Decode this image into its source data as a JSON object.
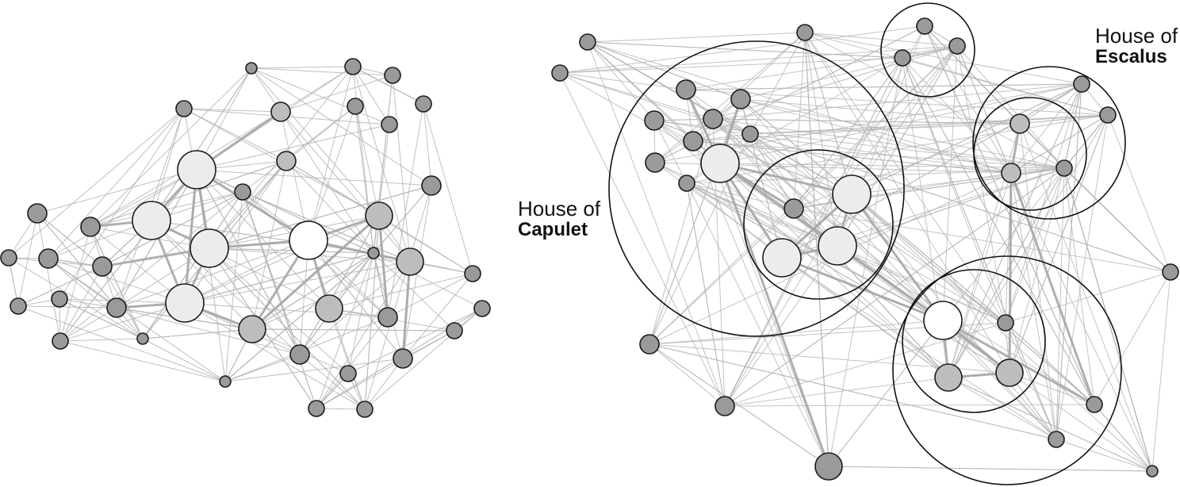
{
  "labels": {
    "capulet": {
      "line1": "House of",
      "line2": "Capulet"
    },
    "escalus": {
      "line1": "House of",
      "line2": "Escalus"
    }
  },
  "colors": {
    "edge": "#b4b4b4",
    "edge_strong": "#a6a6a6",
    "node_dark": "#9a9a9a",
    "node_mid": "#bdbdbd",
    "node_light": "#ececec",
    "node_white": "#ffffff",
    "stroke": "#1a1a1a",
    "cluster_ring": "#111111"
  },
  "left_network": {
    "nodes": [
      {
        "id": "L0",
        "tone": "white",
        "size": "xl"
      },
      {
        "id": "L1",
        "tone": "light",
        "size": "xl"
      },
      {
        "id": "L2",
        "tone": "light",
        "size": "xl"
      },
      {
        "id": "L3",
        "tone": "light",
        "size": "xl"
      },
      {
        "id": "L4",
        "tone": "light",
        "size": "xl"
      },
      {
        "id": "L5",
        "tone": "mid",
        "size": "l"
      },
      {
        "id": "L6",
        "tone": "mid",
        "size": "l"
      },
      {
        "id": "L7",
        "tone": "mid",
        "size": "l"
      },
      {
        "id": "L8",
        "tone": "mid",
        "size": "l"
      },
      {
        "id": "L9",
        "tone": "mid",
        "size": "m"
      },
      {
        "id": "L10",
        "tone": "mid",
        "size": "m"
      },
      {
        "id": "L11",
        "tone": "dark",
        "size": "m"
      },
      {
        "id": "L12",
        "tone": "dark",
        "size": "m"
      },
      {
        "id": "L13",
        "tone": "dark",
        "size": "m"
      },
      {
        "id": "L14",
        "tone": "dark",
        "size": "m"
      },
      {
        "id": "L15",
        "tone": "dark",
        "size": "m"
      },
      {
        "id": "L16",
        "tone": "dark",
        "size": "m"
      },
      {
        "id": "L17",
        "tone": "dark",
        "size": "m"
      },
      {
        "id": "L18",
        "tone": "dark",
        "size": "m"
      },
      {
        "id": "L19",
        "tone": "dark",
        "size": "m"
      },
      {
        "id": "L20",
        "tone": "dark",
        "size": "s"
      },
      {
        "id": "L21",
        "tone": "dark",
        "size": "s"
      },
      {
        "id": "L22",
        "tone": "dark",
        "size": "s"
      },
      {
        "id": "L23",
        "tone": "dark",
        "size": "s"
      },
      {
        "id": "L24",
        "tone": "dark",
        "size": "s"
      },
      {
        "id": "L25",
        "tone": "dark",
        "size": "s"
      },
      {
        "id": "L26",
        "tone": "dark",
        "size": "s"
      },
      {
        "id": "L27",
        "tone": "dark",
        "size": "s"
      },
      {
        "id": "L28",
        "tone": "dark",
        "size": "s"
      },
      {
        "id": "L29",
        "tone": "dark",
        "size": "s"
      },
      {
        "id": "L30",
        "tone": "dark",
        "size": "s"
      },
      {
        "id": "L31",
        "tone": "dark",
        "size": "s"
      },
      {
        "id": "L32",
        "tone": "dark",
        "size": "s"
      },
      {
        "id": "L33",
        "tone": "dark",
        "size": "s"
      },
      {
        "id": "L34",
        "tone": "dark",
        "size": "s"
      },
      {
        "id": "L35",
        "tone": "dark",
        "size": "s"
      },
      {
        "id": "L36",
        "tone": "dark",
        "size": "s"
      },
      {
        "id": "L37",
        "tone": "dark",
        "size": "xs"
      },
      {
        "id": "L38",
        "tone": "dark",
        "size": "xs"
      },
      {
        "id": "L39",
        "tone": "dark",
        "size": "xs"
      },
      {
        "id": "L40",
        "tone": "dark",
        "size": "xs"
      },
      {
        "id": "L41",
        "tone": "dark",
        "size": "xs"
      },
      {
        "id": "L42",
        "tone": "dark",
        "size": "xs"
      }
    ],
    "strong_edges": [
      [
        "L1",
        "L2"
      ],
      [
        "L1",
        "L3"
      ],
      [
        "L1",
        "L4"
      ],
      [
        "L2",
        "L3"
      ],
      [
        "L2",
        "L4"
      ],
      [
        "L3",
        "L4"
      ],
      [
        "L0",
        "L3"
      ],
      [
        "L0",
        "L5"
      ],
      [
        "L0",
        "L6"
      ],
      [
        "L0",
        "L7"
      ],
      [
        "L0",
        "L8"
      ],
      [
        "L0",
        "L1"
      ],
      [
        "L1",
        "L9"
      ],
      [
        "L4",
        "L5"
      ],
      [
        "L5",
        "L7"
      ],
      [
        "L7",
        "L12"
      ],
      [
        "L8",
        "L13"
      ],
      [
        "L2",
        "L14"
      ],
      [
        "L3",
        "L15"
      ],
      [
        "L4",
        "L16"
      ]
    ]
  },
  "right_network": {
    "nodes": [
      {
        "id": "R0",
        "tone": "white",
        "size": "xl"
      },
      {
        "id": "R1",
        "tone": "light",
        "size": "xl"
      },
      {
        "id": "R2",
        "tone": "light",
        "size": "xl"
      },
      {
        "id": "R3",
        "tone": "light",
        "size": "xl"
      },
      {
        "id": "R4",
        "tone": "light",
        "size": "xl"
      },
      {
        "id": "R5",
        "tone": "mid",
        "size": "l"
      },
      {
        "id": "R6",
        "tone": "mid",
        "size": "l"
      },
      {
        "id": "R7",
        "tone": "mid",
        "size": "l"
      },
      {
        "id": "R8",
        "tone": "mid",
        "size": "m"
      },
      {
        "id": "R9",
        "tone": "mid",
        "size": "m"
      },
      {
        "id": "R10",
        "tone": "dark",
        "size": "l"
      },
      {
        "id": "R11",
        "tone": "dark",
        "size": "m"
      },
      {
        "id": "R12",
        "tone": "dark",
        "size": "m"
      },
      {
        "id": "R13",
        "tone": "dark",
        "size": "m"
      },
      {
        "id": "R14",
        "tone": "dark",
        "size": "m"
      },
      {
        "id": "R15",
        "tone": "dark",
        "size": "m"
      },
      {
        "id": "R16",
        "tone": "dark",
        "size": "m"
      },
      {
        "id": "R17",
        "tone": "dark",
        "size": "m"
      },
      {
        "id": "R18",
        "tone": "dark",
        "size": "m"
      },
      {
        "id": "R19",
        "tone": "dark",
        "size": "m"
      },
      {
        "id": "R20",
        "tone": "dark",
        "size": "m"
      },
      {
        "id": "R21",
        "tone": "dark",
        "size": "s"
      },
      {
        "id": "R22",
        "tone": "dark",
        "size": "s"
      },
      {
        "id": "R23",
        "tone": "dark",
        "size": "s"
      },
      {
        "id": "R24",
        "tone": "dark",
        "size": "s"
      },
      {
        "id": "R25",
        "tone": "dark",
        "size": "s"
      },
      {
        "id": "R26",
        "tone": "dark",
        "size": "s"
      },
      {
        "id": "R27",
        "tone": "dark",
        "size": "s"
      },
      {
        "id": "R28",
        "tone": "dark",
        "size": "s"
      },
      {
        "id": "R29",
        "tone": "dark",
        "size": "s"
      },
      {
        "id": "R30",
        "tone": "dark",
        "size": "s"
      },
      {
        "id": "R31",
        "tone": "dark",
        "size": "s"
      },
      {
        "id": "R32",
        "tone": "dark",
        "size": "s"
      },
      {
        "id": "R33",
        "tone": "dark",
        "size": "s"
      },
      {
        "id": "R34",
        "tone": "dark",
        "size": "s"
      },
      {
        "id": "R35",
        "tone": "dark",
        "size": "s"
      },
      {
        "id": "R36",
        "tone": "dark",
        "size": "s"
      },
      {
        "id": "R37",
        "tone": "dark",
        "size": "xs"
      }
    ],
    "strong_edges": [
      [
        "R1",
        "R2"
      ],
      [
        "R1",
        "R3"
      ],
      [
        "R1",
        "R4"
      ],
      [
        "R2",
        "R3"
      ],
      [
        "R2",
        "R4"
      ],
      [
        "R3",
        "R4"
      ],
      [
        "R1",
        "R11"
      ],
      [
        "R1",
        "R12"
      ],
      [
        "R1",
        "R13"
      ],
      [
        "R2",
        "R0"
      ],
      [
        "R3",
        "R0"
      ],
      [
        "R4",
        "R0"
      ],
      [
        "R0",
        "R5"
      ],
      [
        "R0",
        "R6"
      ],
      [
        "R0",
        "R7"
      ],
      [
        "R5",
        "R6"
      ],
      [
        "R7",
        "R9"
      ],
      [
        "R6",
        "R9"
      ],
      [
        "R8",
        "R9"
      ],
      [
        "R1",
        "R10"
      ]
    ],
    "clusters": [
      {
        "id": "capulet-outer",
        "members": [
          "R1",
          "R11",
          "R12",
          "R13",
          "R14",
          "R15",
          "R16",
          "R17",
          "R18",
          "R19",
          "R20",
          "R23",
          "R24"
        ]
      },
      {
        "id": "capulet-inner",
        "members": [
          "R1",
          "R2",
          "R3",
          "R4"
        ]
      },
      {
        "id": "top-group",
        "members": [
          "R26",
          "R27",
          "R28"
        ]
      },
      {
        "id": "escalus-outer",
        "members": [
          "R8",
          "R9",
          "R29",
          "R30"
        ]
      },
      {
        "id": "escalus-inner",
        "members": [
          "R8",
          "R9",
          "R31"
        ]
      },
      {
        "id": "montague-outer",
        "members": [
          "R0",
          "R5",
          "R6",
          "R7",
          "R36"
        ]
      },
      {
        "id": "montague-inner",
        "members": [
          "R0",
          "R5",
          "R6"
        ]
      }
    ]
  }
}
